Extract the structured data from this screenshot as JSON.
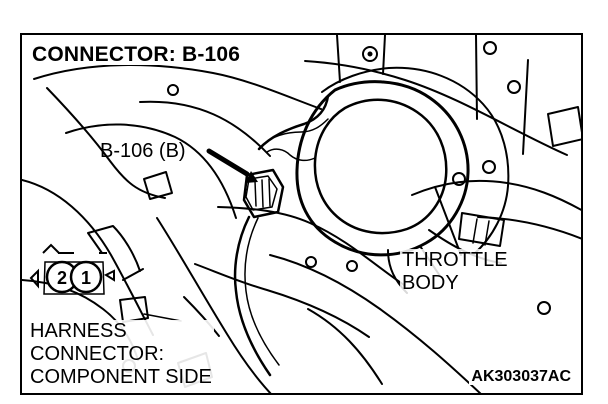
{
  "figure": {
    "title": "CONNECTOR: B-106",
    "callout": "B-106 (B)",
    "component_label_lines": [
      "THROTTLE",
      "BODY"
    ],
    "harness_label_lines": [
      "HARNESS",
      "CONNECTOR:",
      "COMPONENT SIDE"
    ],
    "code": "AK303037AC"
  },
  "connector_pins": [
    "2",
    "1"
  ],
  "colors": {
    "ink": "#000000",
    "background": "#ffffff"
  },
  "icons": {
    "arrow": "arrow-icon",
    "connector": "connector-icon",
    "throttle-body": "throttle-body-icon"
  }
}
